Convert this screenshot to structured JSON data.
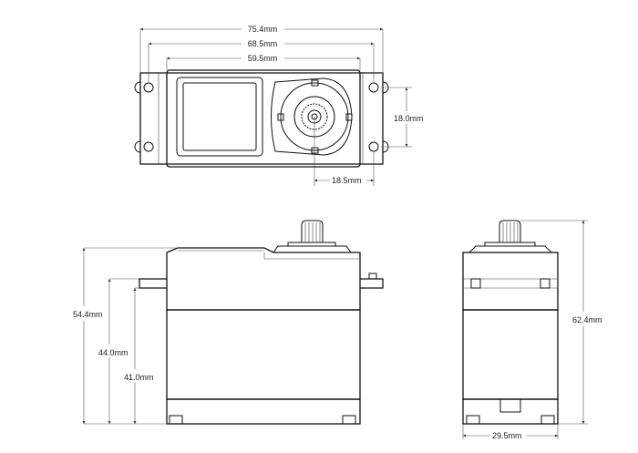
{
  "dimensions": {
    "top_overall_width": "75.4mm",
    "top_mount_hole_spacing": "68.5mm",
    "top_body_width": "59.5mm",
    "top_height": "18.0mm",
    "top_shaft_offset": "18.5mm",
    "front_total_height": "54.4mm",
    "front_mount_height": "44.0mm",
    "front_body_height": "41.0mm",
    "side_total_height": "62.4mm",
    "side_width": "29.5mm"
  }
}
